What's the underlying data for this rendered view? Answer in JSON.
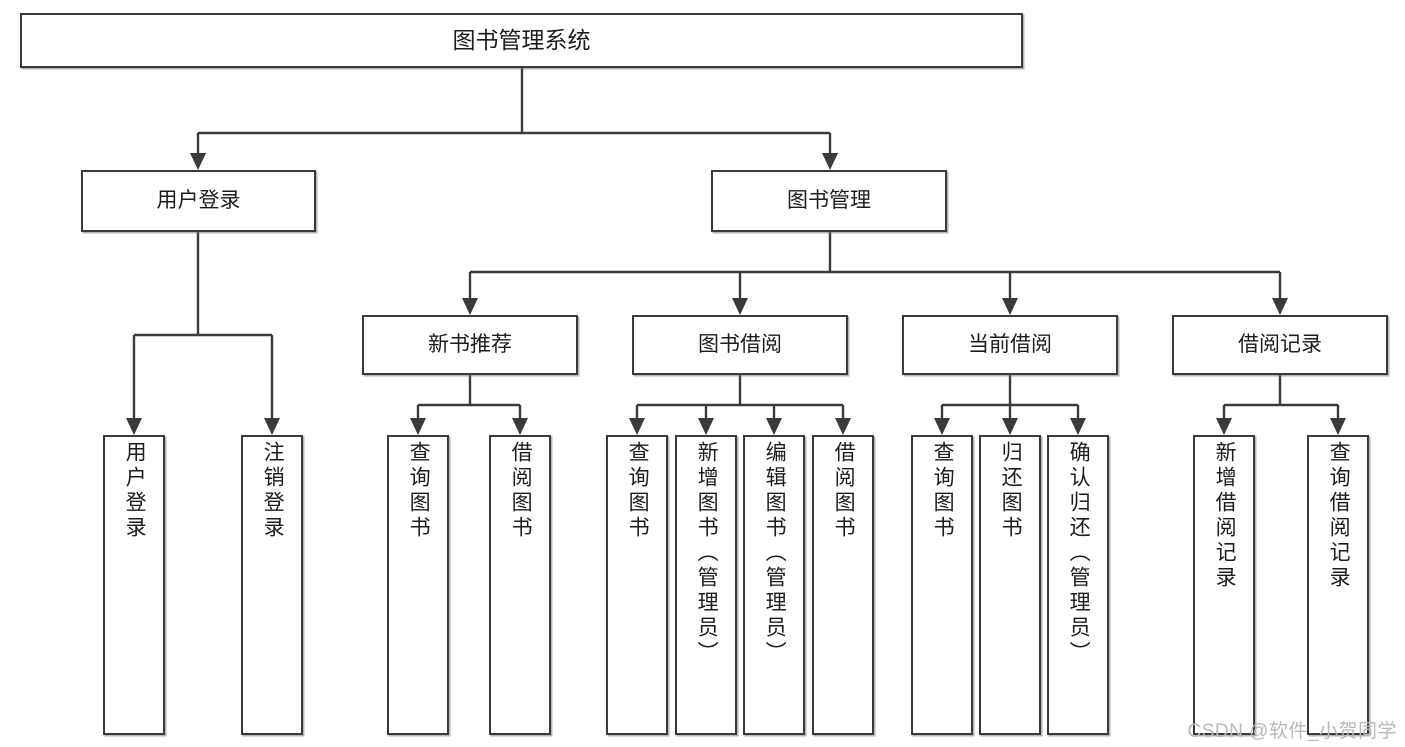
{
  "diagram": {
    "title": "图书管理系统",
    "watermark": "CSDN @软件_小贺同学",
    "colors": {
      "stroke": "#3a3a3a",
      "box_fill": "#ffffff",
      "text": "#1d1d1d",
      "watermark": "#b9b9b9",
      "background": "#ffffff"
    },
    "root": {
      "id": "root",
      "label": "图书管理系统"
    },
    "level2": [
      {
        "id": "user-login",
        "label": "用户登录"
      },
      {
        "id": "book-management",
        "label": "图书管理"
      }
    ],
    "level3": [
      {
        "id": "new-book-recommend",
        "label": "新书推荐"
      },
      {
        "id": "book-borrow",
        "label": "图书借阅"
      },
      {
        "id": "current-borrow",
        "label": "当前借阅"
      },
      {
        "id": "borrow-record",
        "label": "借阅记录"
      }
    ],
    "leaves": [
      {
        "id": "leaf-user-login",
        "label": "用户登录",
        "parent": "user-login"
      },
      {
        "id": "leaf-user-logout",
        "label": "注销登录",
        "parent": "user-login"
      },
      {
        "id": "leaf-query-book-1",
        "label": "查询图书",
        "parent": "new-book-recommend"
      },
      {
        "id": "leaf-borrow-book-1",
        "label": "借阅图书",
        "parent": "new-book-recommend"
      },
      {
        "id": "leaf-query-book-2",
        "label": "查询图书",
        "parent": "book-borrow"
      },
      {
        "id": "leaf-add-book",
        "label": "新增图书（管理员）",
        "parent": "book-borrow"
      },
      {
        "id": "leaf-edit-book",
        "label": "编辑图书（管理员）",
        "parent": "book-borrow"
      },
      {
        "id": "leaf-borrow-book-2",
        "label": "借阅图书",
        "parent": "book-borrow"
      },
      {
        "id": "leaf-query-book-3",
        "label": "查询图书",
        "parent": "current-borrow"
      },
      {
        "id": "leaf-return-book",
        "label": "归还图书",
        "parent": "current-borrow"
      },
      {
        "id": "leaf-confirm-return",
        "label": "确认归还（管理员）",
        "parent": "current-borrow"
      },
      {
        "id": "leaf-add-borrow-record",
        "label": "新增借阅记录",
        "parent": "borrow-record"
      },
      {
        "id": "leaf-query-borrow-record",
        "label": "查询借阅记录",
        "parent": "borrow-record"
      }
    ]
  }
}
